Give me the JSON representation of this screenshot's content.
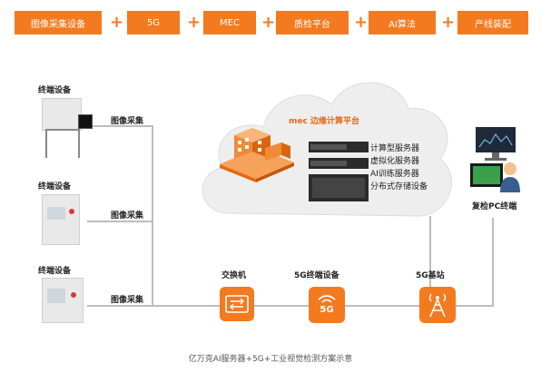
{
  "top_bar": {
    "items": [
      "图像采集设备",
      "5G",
      "MEC",
      "质检平台",
      "AI算法",
      "产线装配"
    ],
    "separator": "+"
  },
  "cloud": {
    "title": "mec 边缘计算平台",
    "servers": [
      "计算型服务器",
      "虚拟化服务器",
      "AI训练服务器",
      "分布式存储设备"
    ]
  },
  "terminals": {
    "label": "终端设备",
    "capture_label": "图像采集"
  },
  "network": {
    "switch": "交换机",
    "cpe": "5G终端设备",
    "station": "5G基站",
    "cpe_icon_text": "5G"
  },
  "review": {
    "label": "复检PC终端"
  },
  "caption": "亿万克AI服务器+5G+工业视觉检测方案示意",
  "colors": {
    "accent": "#f47a20",
    "line": "#bdbdbd",
    "cloud": "#eeeeee"
  },
  "icons": [
    "switch-icon",
    "wifi-5g-icon",
    "antenna-tower-icon",
    "monitor-icon",
    "user-icon",
    "server-icon",
    "building-icon"
  ]
}
